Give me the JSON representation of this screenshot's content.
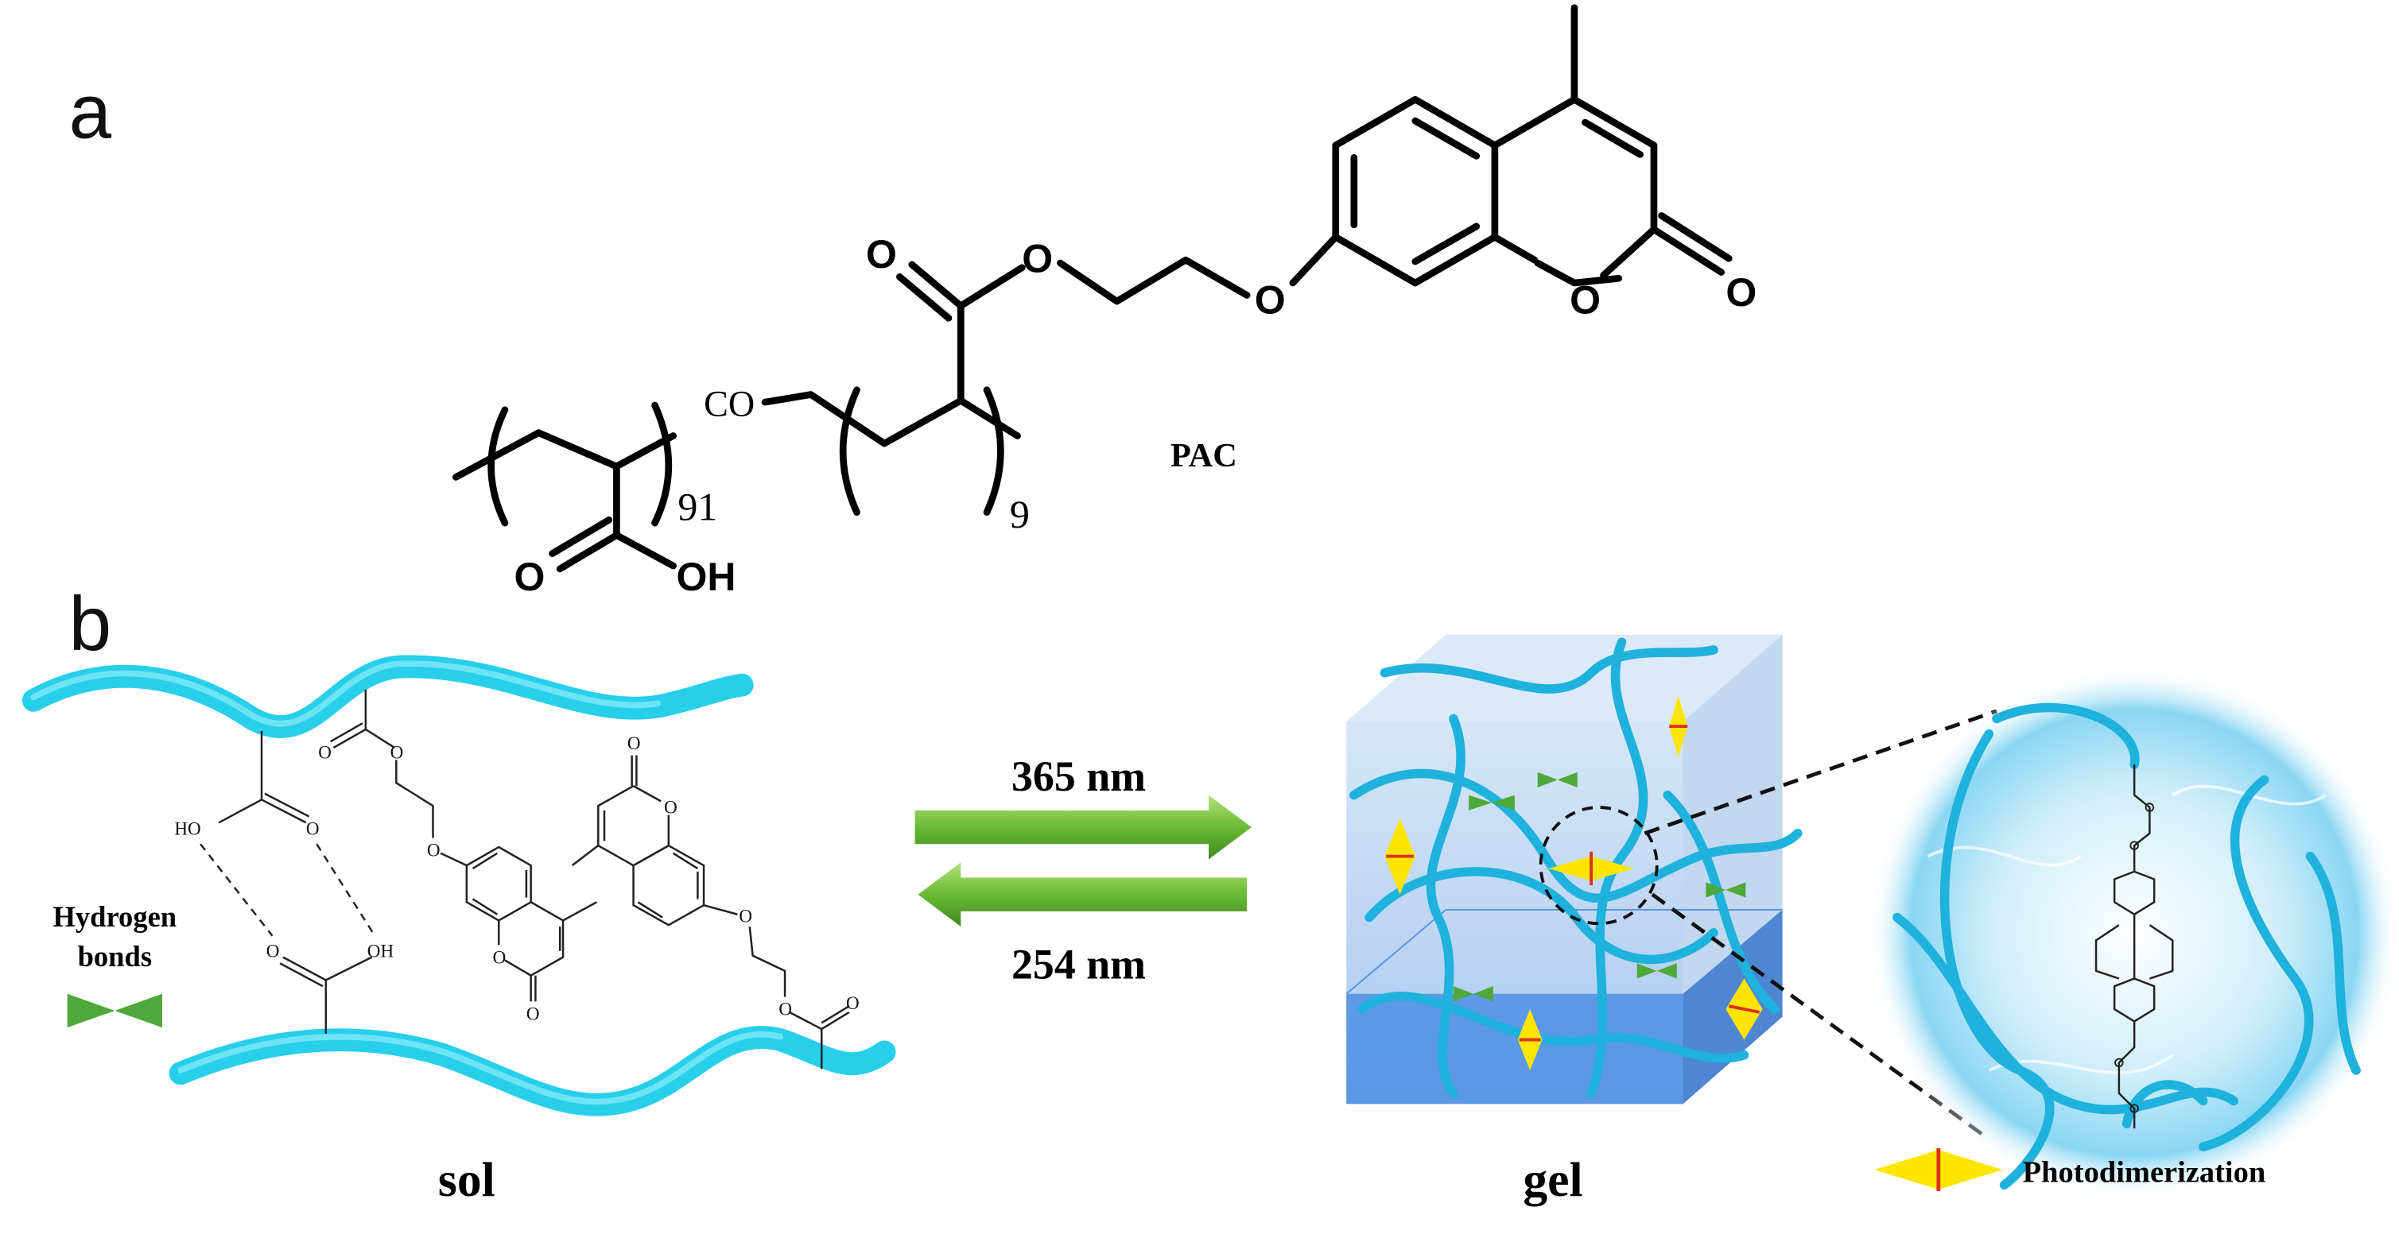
{
  "panel_labels": {
    "a": "a",
    "b": "b"
  },
  "structure_a": {
    "name": "PAC",
    "repeat_1": "91",
    "repeat_2": "9",
    "linker": "CO",
    "acid_carbonyl_o": "O",
    "acid_oh": "OH",
    "ester_carbonyl_o": "O",
    "ester_o": "O",
    "ether_o": "O",
    "ring_o": "O",
    "lactone_carbonyl_o": "O"
  },
  "sol_panel": {
    "label": "sol",
    "acid_ho": "HO",
    "acid_o": "O",
    "acid_oh": "OH",
    "atom_o": "O",
    "legend_hbond_line1": "Hydrogen",
    "legend_hbond_line2": "bonds"
  },
  "arrows": {
    "forward": "365 nm",
    "reverse": "254 nm"
  },
  "gel_panel": {
    "label": "gel",
    "legend_photodimerization": "Photodimerization"
  },
  "colors": {
    "polymer_strand": "#27cfea",
    "arrow_green": "#5aa832",
    "hydrogen_bond": "#4ea83a",
    "photodimer": "#ffe600",
    "photodimer_line": "#e03020",
    "gel_cube": "#b9d4f3",
    "gel_water": "#4e8fe2"
  }
}
